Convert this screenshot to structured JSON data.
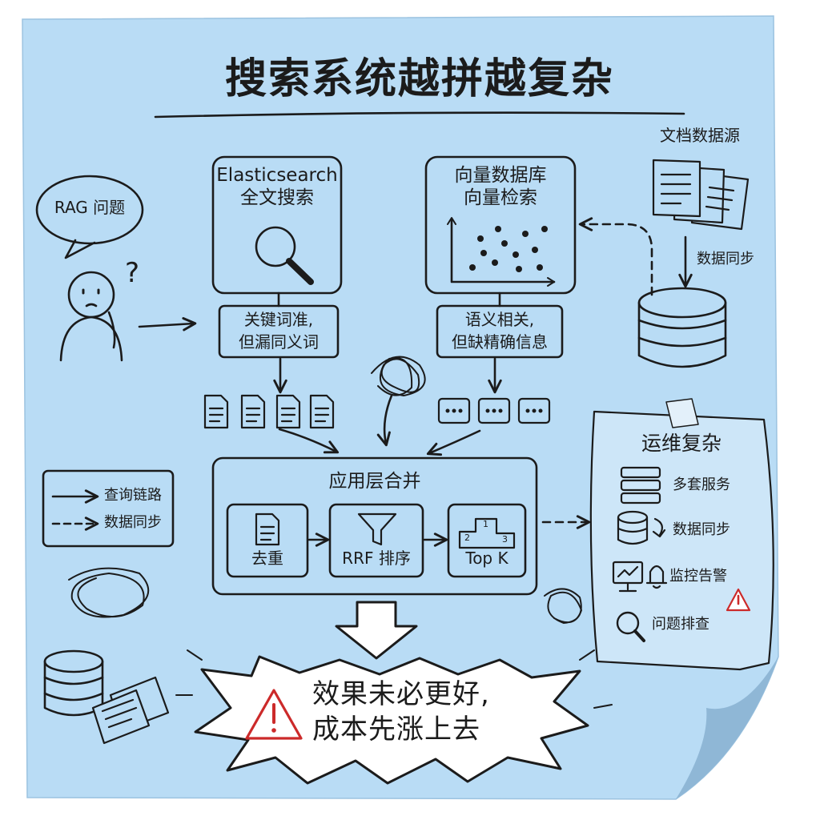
{
  "title": "搜索系统越拼越复杂",
  "user": {
    "question": "RAG 问题",
    "question_mark": "?"
  },
  "elasticsearch": {
    "title_line1": "Elasticsearch",
    "title_line2": "全文搜索",
    "note_line1": "关键词准,",
    "note_line2": "但漏同义词"
  },
  "vector_db": {
    "title_line1": "向量数据库",
    "title_line2": "向量检索",
    "note_line1": "语义相关,",
    "note_line2": "但缺精确信息"
  },
  "source": {
    "label": "文档数据源",
    "sync_label": "数据同步"
  },
  "merge": {
    "title": "应用层合并",
    "dedup": "去重",
    "rrf": "RRF 排序",
    "topk": "Top K",
    "podium": [
      "1",
      "2",
      "3"
    ]
  },
  "ops": {
    "title": "运维复杂",
    "items": [
      {
        "label": "多套服务",
        "icon": "server-stack-icon"
      },
      {
        "label": "数据同步",
        "icon": "database-sync-icon"
      },
      {
        "label": "监控告警",
        "icon": "monitor-alert-icon"
      },
      {
        "label": "问题排查",
        "icon": "magnifier-icon"
      }
    ]
  },
  "legend": {
    "solid": "查询链路",
    "dashed": "数据同步"
  },
  "conclusion": {
    "line1": "效果未必更好,",
    "line2": "成本先涨上去"
  },
  "colors": {
    "paper": "#b9dcf5",
    "ink": "#1b1b1b",
    "warning": "#cc2a2a",
    "shadow": "#8fb7d6"
  }
}
